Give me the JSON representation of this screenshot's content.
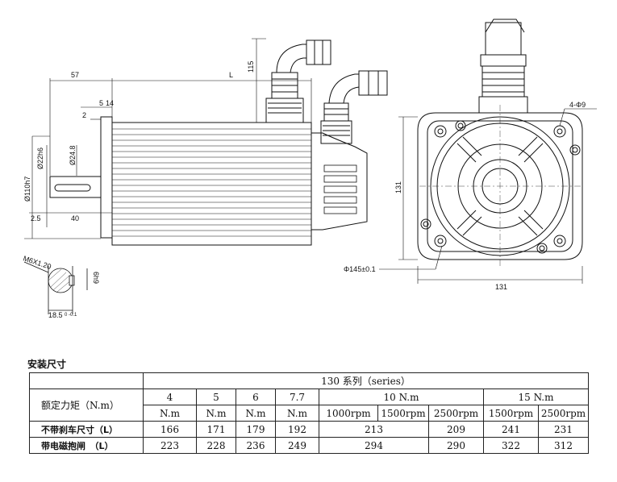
{
  "drawing": {
    "side_view": {
      "dim_57": "57",
      "dim_L": "L",
      "dim_115": "115",
      "dim_5": "5",
      "dim_14": "14",
      "dim_2": "2",
      "dim_shaft_dia": "Ø22h6",
      "dim_boss_dia": "Ø24.8",
      "dim_flange_dia": "Ø110h7",
      "dim_2_5": "2.5",
      "dim_40": "40"
    },
    "section_view": {
      "dim_thread": "M6X1.20",
      "dim_key": "6h9",
      "dim_depth": "18.5",
      "dim_depth_tol": "0\n-0.1"
    },
    "front_view": {
      "dim_holes": "4-Φ9",
      "dim_131_v": "131",
      "dim_pcd": "Φ145±0.1",
      "dim_131_h": "131"
    }
  },
  "table": {
    "title": "安装尺寸",
    "series_header": "130 系列（series）",
    "torque_label": "额定力矩（N.m）",
    "torques": [
      "4",
      "5",
      "6",
      "7.7"
    ],
    "torque_unit": "N.m",
    "group_10": "10 N.m",
    "group_15": "15 N.m",
    "rpm_10": [
      "1000rpm",
      "1500rpm",
      "2500rpm"
    ],
    "rpm_15": [
      "1500rpm",
      "2500rpm"
    ],
    "row1": {
      "label": "不带刹车尺寸（L）",
      "small": [
        "166",
        "171",
        "179",
        "192"
      ],
      "merged10": "213",
      "v10_2500": "209",
      "v15": [
        "241",
        "231"
      ]
    },
    "row2": {
      "label": "带电磁抱闸　（L）",
      "small": [
        "223",
        "228",
        "236",
        "249"
      ],
      "merged10": "294",
      "v10_2500": "290",
      "v15": [
        "322",
        "312"
      ]
    }
  }
}
